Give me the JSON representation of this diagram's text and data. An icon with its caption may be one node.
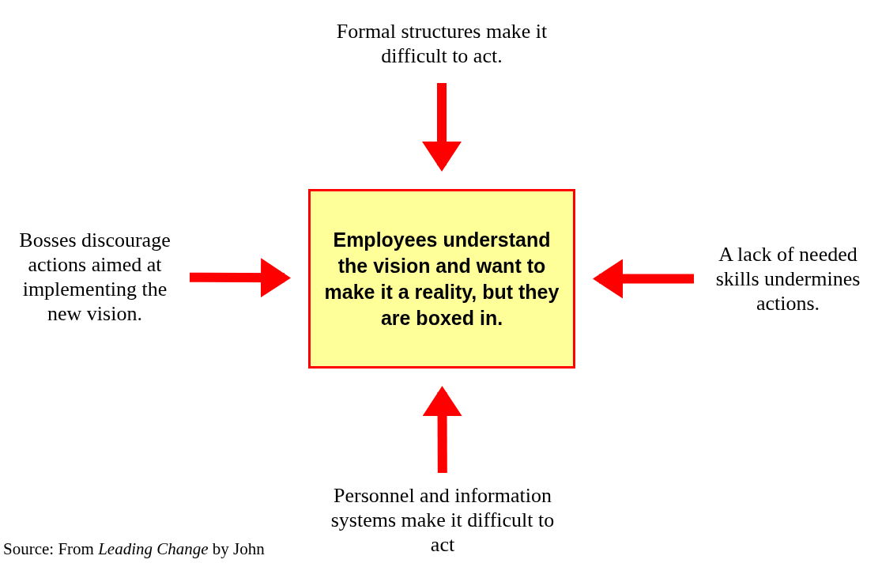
{
  "diagram": {
    "nodes": [
      {
        "text": [
          "Employees understand the vision and want to make it a reality, but they are boxed in."
        ]
      },
      {
        "text": [
          "Formal structures make it difficult to act."
        ]
      },
      {
        "text": [
          "Bosses discourage actions aimed at implementing the new vision."
        ]
      },
      {
        "text": [
          "A lack of needed skills undermines actions."
        ]
      },
      {
        "text": [
          "Personnel and information systems make it difficult to act"
        ]
      }
    ],
    "edges": [
      {
        "from": 1,
        "to": 0,
        "arrow": "to"
      },
      {
        "from": 2,
        "to": 0,
        "arrow": "to"
      },
      {
        "from": 3,
        "to": 0,
        "arrow": "to"
      },
      {
        "from": 4,
        "to": 0,
        "arrow": "to"
      }
    ],
    "labels": [
      "Source: From *Leading Change* by John"
    ]
  }
}
